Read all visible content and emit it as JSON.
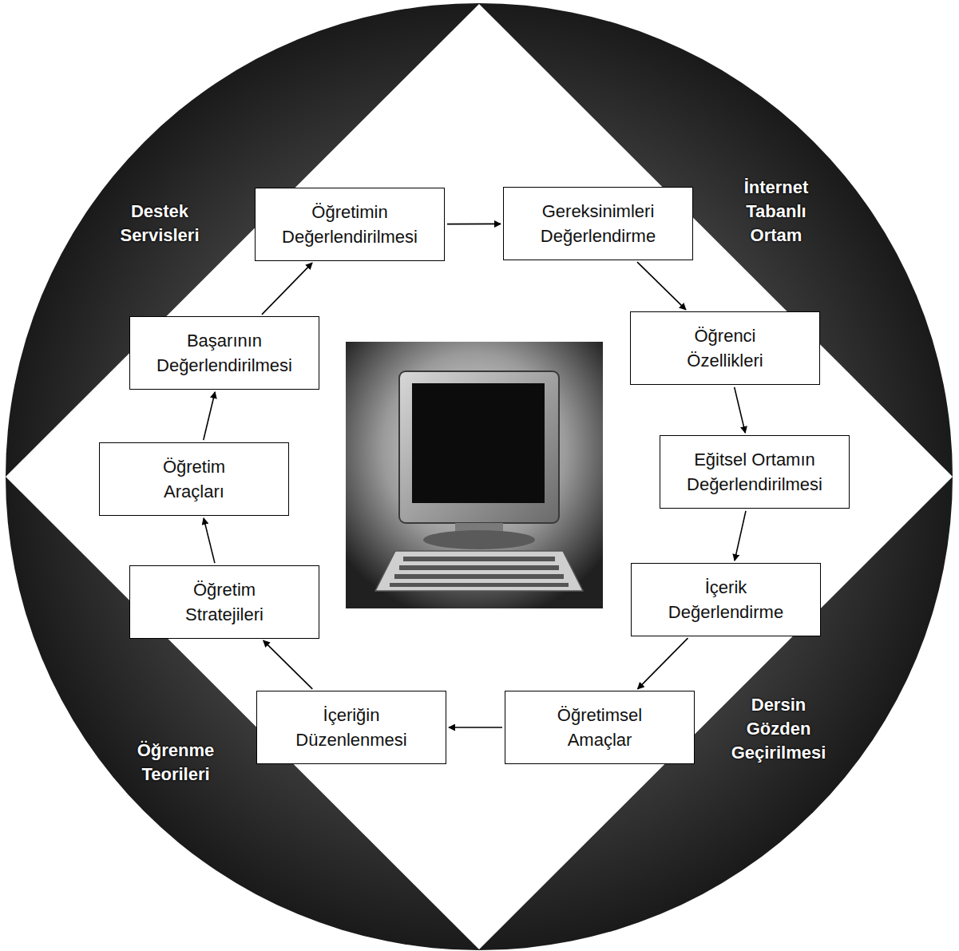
{
  "diagram": {
    "nodes": [
      {
        "text": [
          "Gereksinimleri Değerlendirme"
        ]
      },
      {
        "text": [
          "Öğrenci Özellikleri"
        ]
      },
      {
        "text": [
          "Eğitsel Ortamın Değerlendirilmesi"
        ]
      },
      {
        "text": [
          "İçerik Değerlendirme"
        ]
      },
      {
        "text": [
          "Öğretimsel Amaçlar"
        ]
      },
      {
        "text": [
          "İçeriğin Düzenlenmesi"
        ]
      },
      {
        "text": [
          "Öğretim Stratejileri"
        ]
      },
      {
        "text": [
          "Öğretim Araçları"
        ]
      },
      {
        "text": [
          "Başarının Değerlendirilmesi"
        ]
      },
      {
        "text": [
          "Öğretimin Değerlendirilmesi"
        ]
      }
    ],
    "edges": [
      {
        "from": 0,
        "to": 1,
        "arrow": "to"
      },
      {
        "from": 1,
        "to": 2,
        "arrow": "to"
      },
      {
        "from": 2,
        "to": 3,
        "arrow": "to"
      },
      {
        "from": 3,
        "to": 4,
        "arrow": "to"
      },
      {
        "from": 4,
        "to": 5,
        "arrow": "to"
      },
      {
        "from": 5,
        "to": 6,
        "arrow": "to"
      },
      {
        "from": 6,
        "to": 7,
        "arrow": "to"
      },
      {
        "from": 7,
        "to": 8,
        "arrow": "to"
      },
      {
        "from": 8,
        "to": 9,
        "arrow": "to"
      },
      {
        "from": 9,
        "to": 0,
        "arrow": "to"
      }
    ],
    "labels": [
      "Destek Servisleri",
      "İnternet Tabanlı Ortam",
      "Dersin Gözden Geçirilmesi",
      "Öğrenme Teorileri"
    ]
  }
}
